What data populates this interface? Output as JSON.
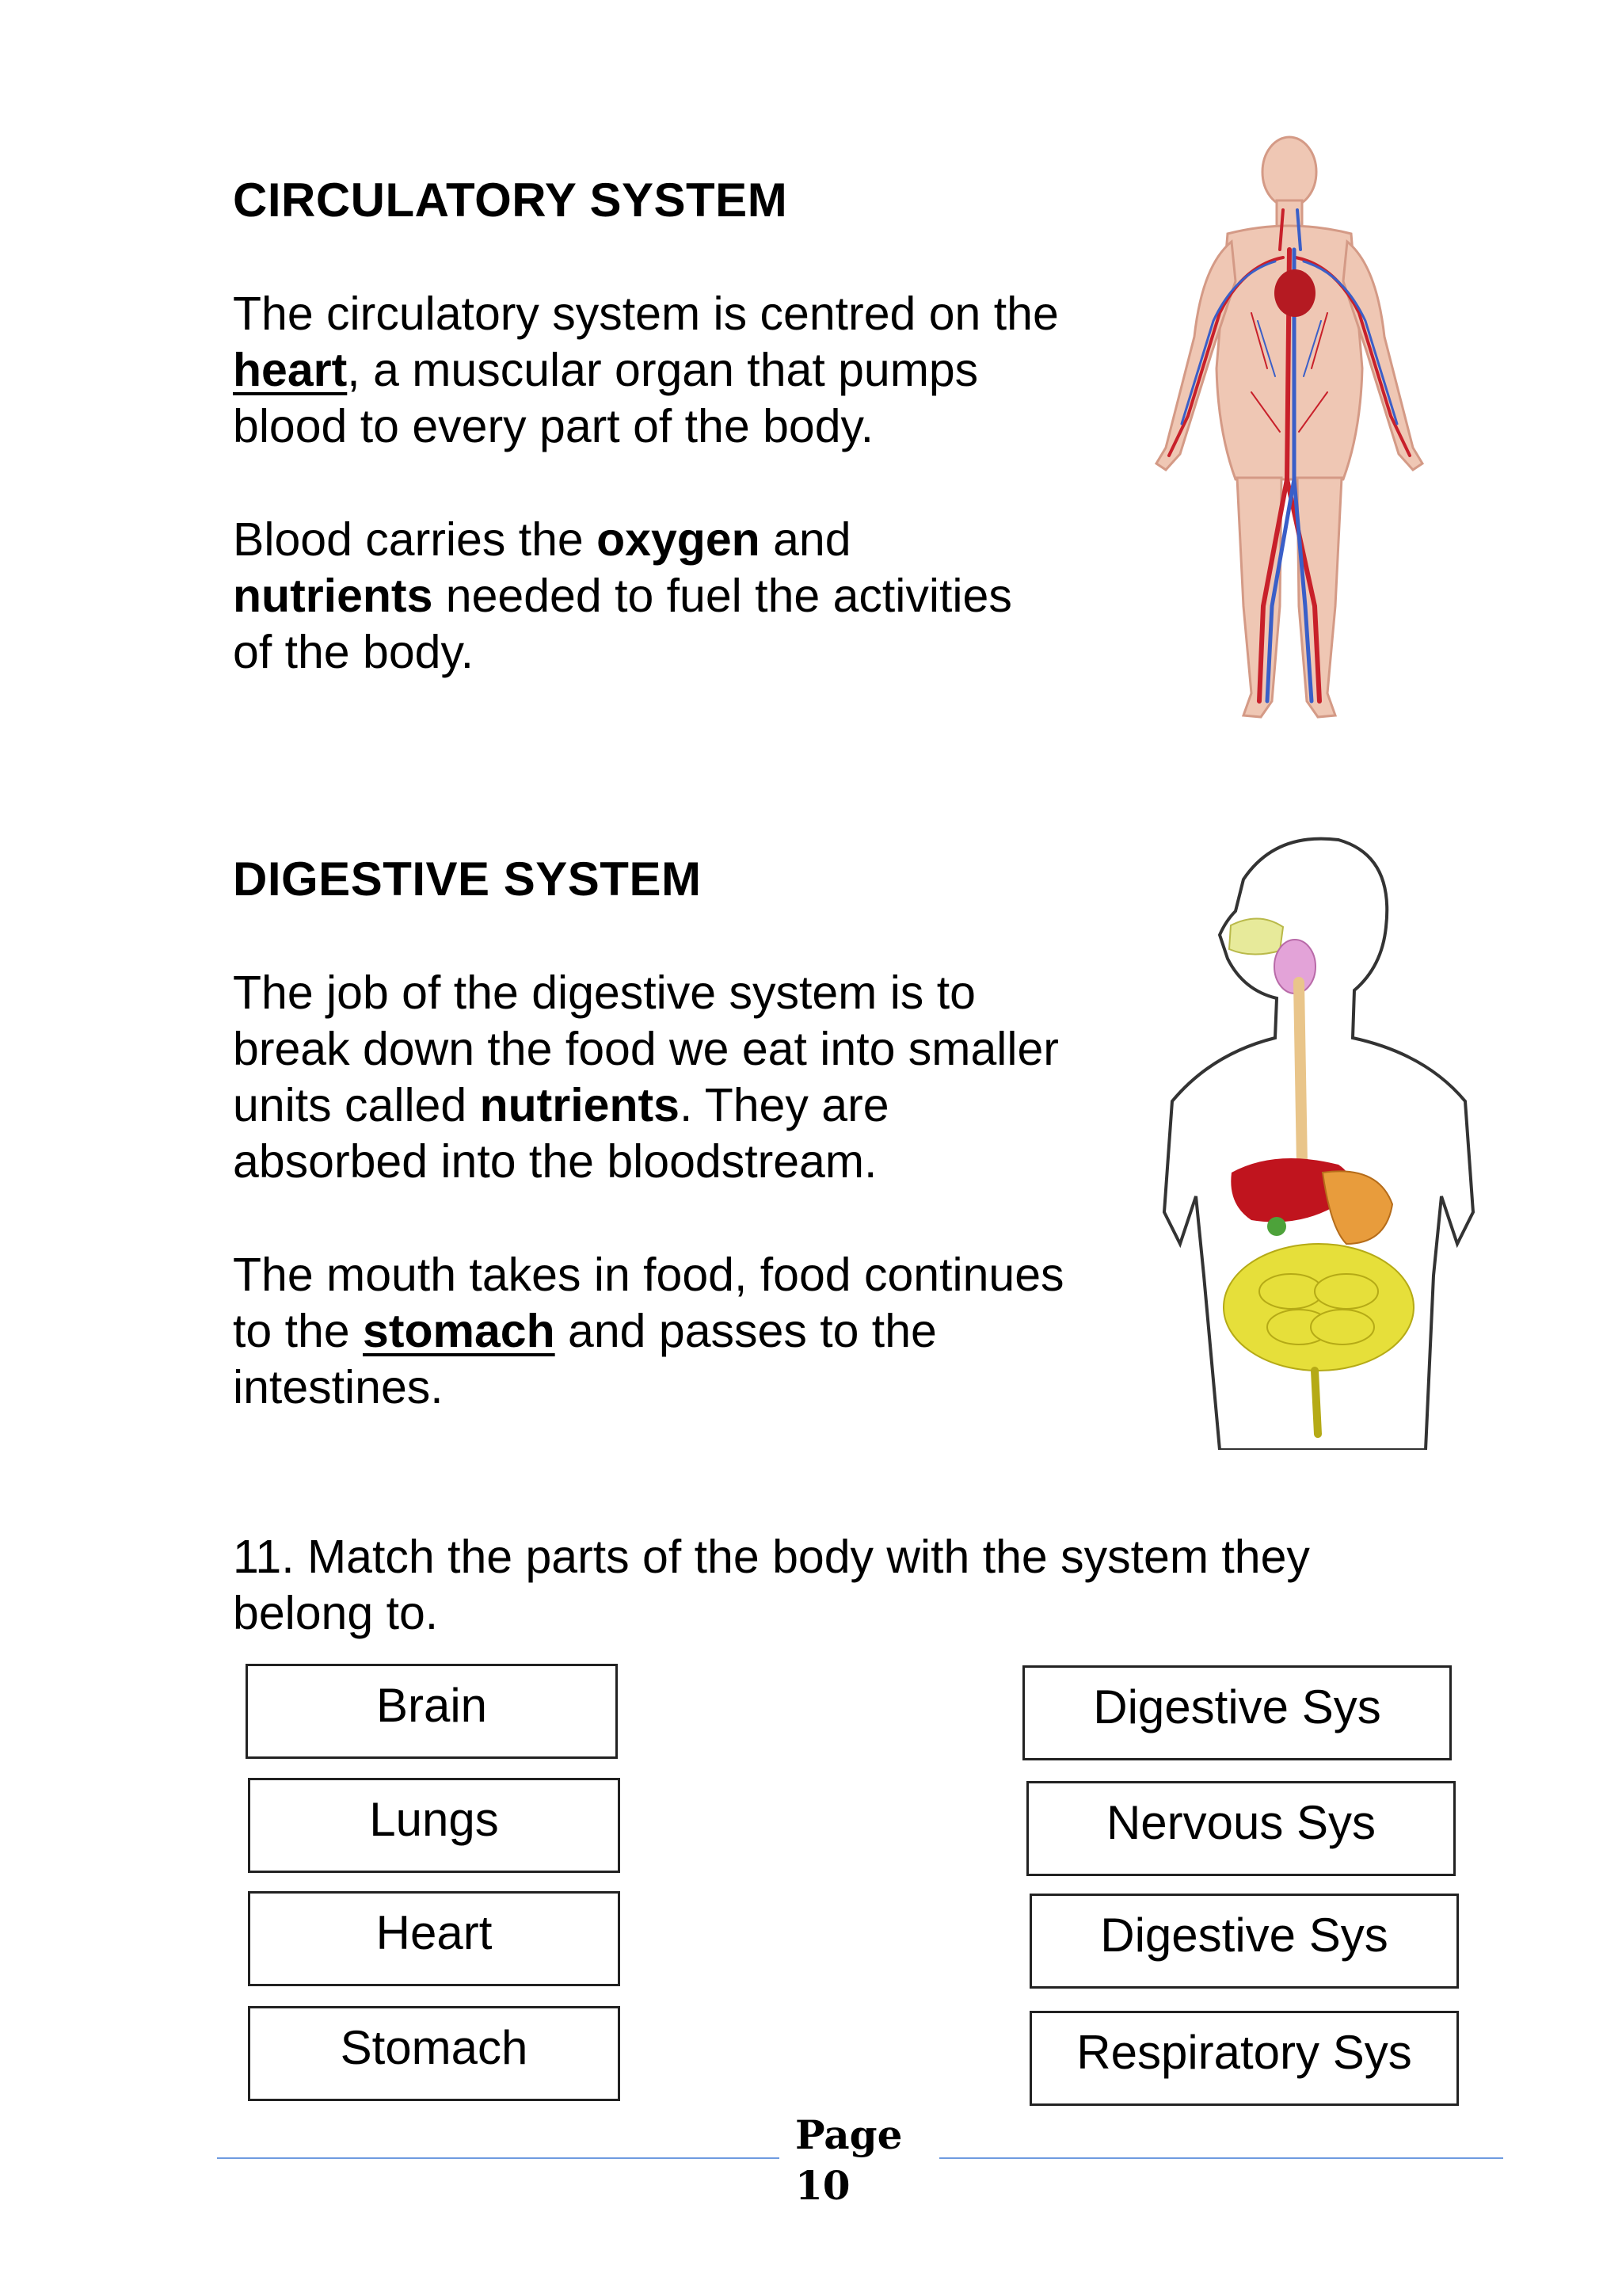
{
  "circulatory": {
    "title": "CIRCULATORY SYSTEM",
    "p1": {
      "l1": "The circulatory system is centred on the",
      "l2_kw": "heart",
      "l2_rest": ", a muscular organ that pumps",
      "l3": "blood to every part of the body."
    },
    "p2": {
      "l1_pre": "Blood carries the ",
      "l1_kw": "oxygen",
      "l1_post": " and",
      "l2_kw": "nutrients",
      "l2_post": " needed to fuel the activities",
      "l3": "of the body."
    }
  },
  "digestive": {
    "title": "DIGESTIVE SYSTEM",
    "p1": {
      "l1": "The job of the digestive system is to",
      "l2": "break down the food we eat into smaller",
      "l3_pre": "units called ",
      "l3_kw": "nutrients",
      "l3_post": ". They are",
      "l4": "absorbed into the bloodstream."
    },
    "p2": {
      "l1": "The mouth takes in food, food continues",
      "l2_pre": "to the ",
      "l2_kw": "stomach",
      "l2_post": " and passes to the",
      "l3": "intestines."
    }
  },
  "question": {
    "l1": "11. Match the parts of the body with the system they",
    "l2": "belong to."
  },
  "left_boxes": [
    "Brain",
    "Lungs",
    "Heart",
    "Stomach"
  ],
  "right_boxes": [
    "Digestive Sys",
    "Nervous Sys",
    "Digestive Sys",
    "Respiratory Sys"
  ],
  "footer": {
    "page_label": "Page",
    "page_number": "10"
  },
  "colors": {
    "artery": "#c8202a",
    "vein": "#3a5fc8",
    "skin": "#efc7b4",
    "footer_rule": "#6f9be0"
  }
}
